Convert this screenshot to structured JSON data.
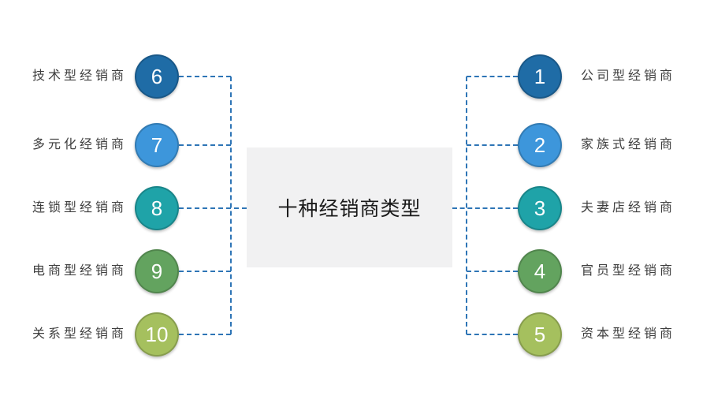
{
  "title": {
    "text": "十种经销商类型"
  },
  "left_items": [
    {
      "number": "6",
      "label": "技术型经销商",
      "color": "#1F6CA6"
    },
    {
      "number": "7",
      "label": "多元化经销商",
      "color": "#3D96DB"
    },
    {
      "number": "8",
      "label": "连锁型经销商",
      "color": "#1FA3A8"
    },
    {
      "number": "9",
      "label": "电商型经销商",
      "color": "#63A35F"
    },
    {
      "number": "10",
      "label": "关系型经销商",
      "color": "#A5C05E"
    }
  ],
  "right_items": [
    {
      "number": "1",
      "label": "公司型经销商",
      "color": "#1F6CA6"
    },
    {
      "number": "2",
      "label": "家族式经销商",
      "color": "#3D96DB"
    },
    {
      "number": "3",
      "label": "夫妻店经销商",
      "color": "#1FA3A8"
    },
    {
      "number": "4",
      "label": "官员型经销商",
      "color": "#63A35F"
    },
    {
      "number": "5",
      "label": "资本型经销商",
      "color": "#A5C05E"
    }
  ],
  "colors": {
    "connector": "#2E75B6",
    "center_box_bg": "#F1F1F2",
    "title_text": "#1A1A1A",
    "label_text": "#3F3F3F",
    "circle_number_text": "#FFFFFF"
  }
}
